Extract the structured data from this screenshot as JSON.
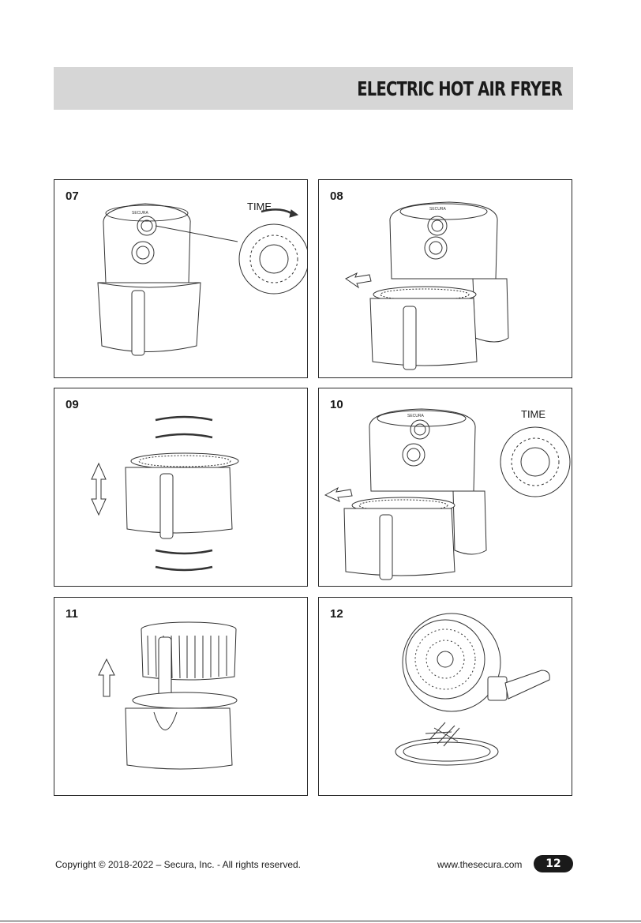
{
  "header": {
    "title": "ELECTRIC HOT AIR FRYER"
  },
  "panels": [
    {
      "number": "07",
      "time_label": "TIME",
      "brand": "SECURA"
    },
    {
      "number": "08",
      "brand": "SECURA"
    },
    {
      "number": "09"
    },
    {
      "number": "10",
      "time_label": "TIME",
      "brand": "SECURA"
    },
    {
      "number": "11"
    },
    {
      "number": "12"
    }
  ],
  "footer": {
    "copyright": "Copyright © 2018-2022 – Secura, Inc. - All rights reserved.",
    "url": "www.thesecura.com",
    "page_number": "12"
  }
}
